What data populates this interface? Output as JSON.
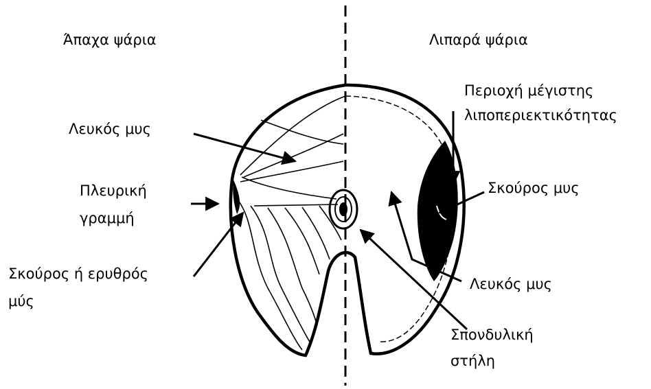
{
  "headings": {
    "lean": "Άπαχα ψάρια",
    "fatty": "Λιπαρά ψάρια"
  },
  "labels": {
    "white_muscle_left": "Λευκός μυς",
    "lateral_line_1": "Πλευρική",
    "lateral_line_2": "γραμμή",
    "dark_red_muscle_1": "Σκούρος ή ερυθρός",
    "dark_red_muscle_2": "μύς",
    "max_fat_region_1": "Περιοχή μέγιστης",
    "max_fat_region_2": "λιποπεριεκτικότητας",
    "dark_muscle_right": "Σκούρος μυς",
    "white_muscle_right": "Λευκός μυς",
    "spine_1": "Σπονδυλική",
    "spine_2": "στήλη"
  },
  "colors": {
    "ink": "#000000",
    "background": "#ffffff"
  }
}
